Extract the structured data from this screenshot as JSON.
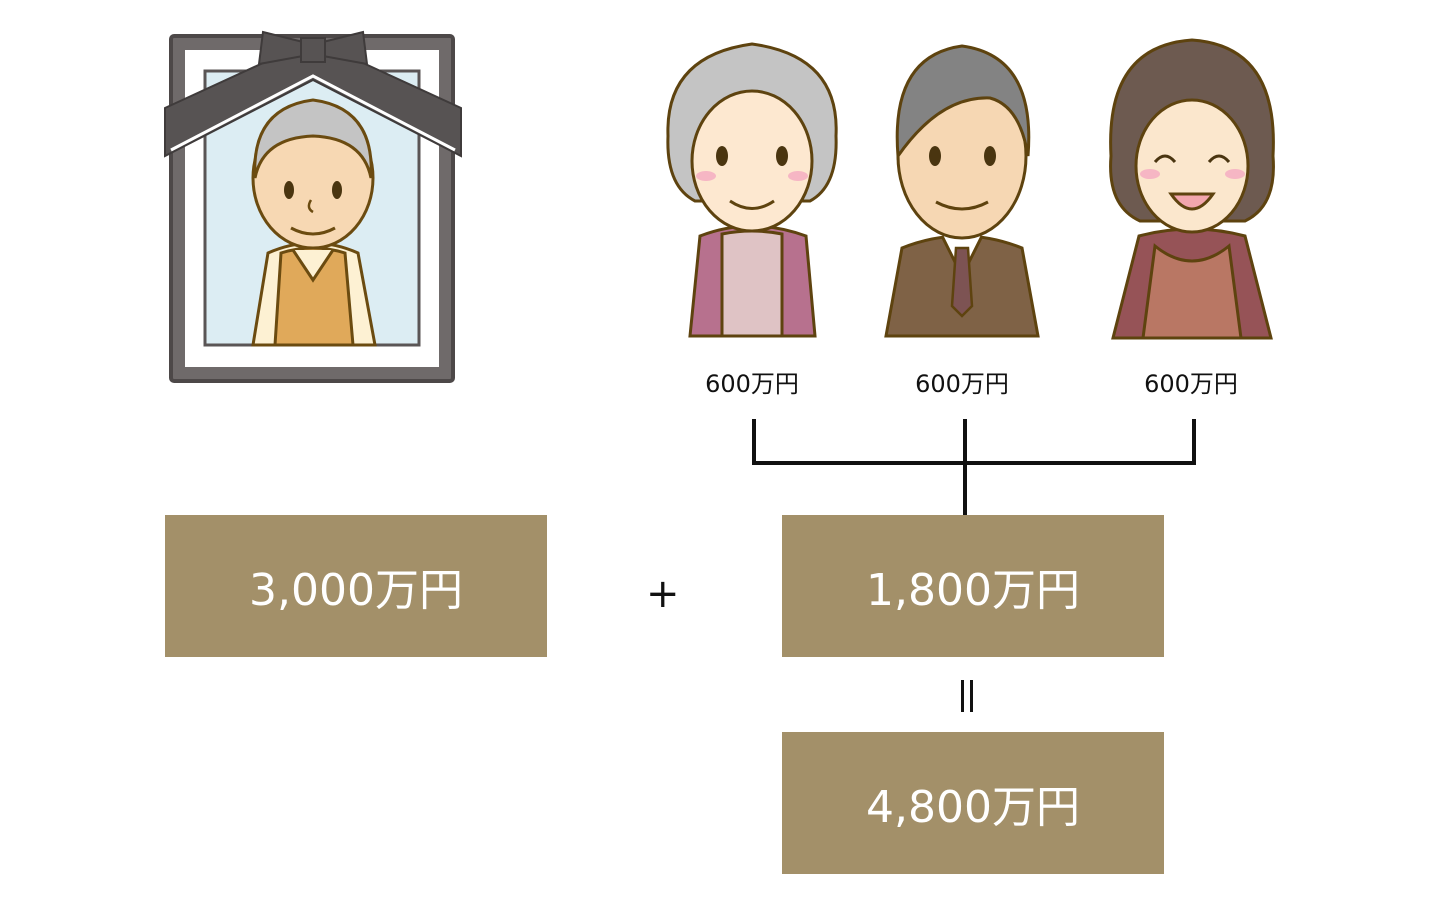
{
  "deceased": {
    "label": "deceased-portrait",
    "estate_amount": "3,000万円"
  },
  "heirs": [
    {
      "role": "elderly-woman",
      "amount": "600万円"
    },
    {
      "role": "middle-aged-man",
      "amount": "600万円"
    },
    {
      "role": "middle-aged-woman",
      "amount": "600万円"
    }
  ],
  "operators": {
    "plus": "+",
    "equals": "="
  },
  "heirs_total": "1,800万円",
  "grand_total": "4,800万円",
  "colors": {
    "box_fill": "#a39069",
    "box_text": "#ffffff",
    "connector": "#111111",
    "frame": "#5a5555",
    "photo_bg": "#dcedf3"
  }
}
